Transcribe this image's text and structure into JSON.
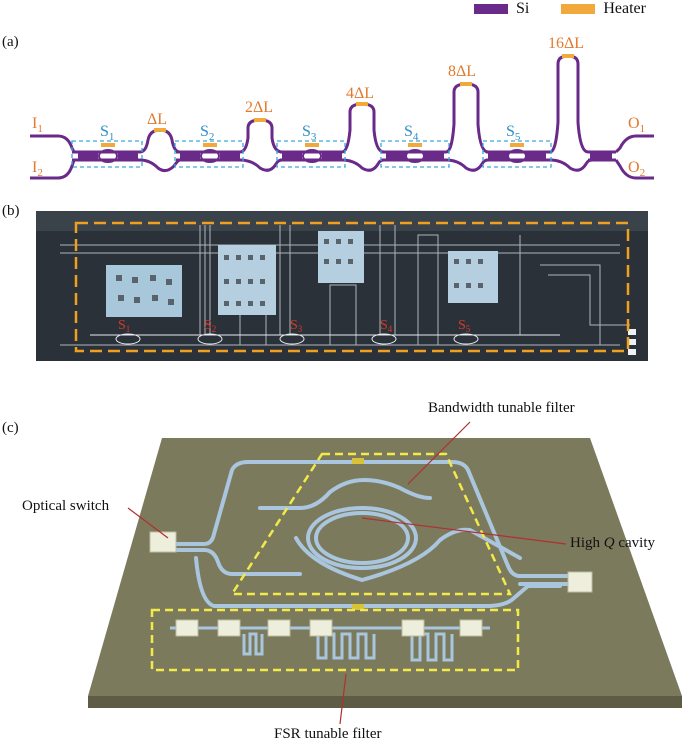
{
  "legend": {
    "si": {
      "label": "Si",
      "color": "#6a2a8a"
    },
    "heater": {
      "label": "Heater",
      "color": "#f2a93b"
    }
  },
  "panels": {
    "a": "(a)",
    "b": "(b)",
    "c": "(c)"
  },
  "panel_a": {
    "inputs": [
      {
        "base": "I",
        "sub": "1"
      },
      {
        "base": "I",
        "sub": "2"
      }
    ],
    "outputs": [
      {
        "base": "O",
        "sub": "1"
      },
      {
        "base": "O",
        "sub": "2"
      }
    ],
    "switches": [
      {
        "base": "S",
        "sub": "1"
      },
      {
        "base": "S",
        "sub": "2"
      },
      {
        "base": "S",
        "sub": "3"
      },
      {
        "base": "S",
        "sub": "4"
      },
      {
        "base": "S",
        "sub": "5"
      }
    ],
    "delays": [
      "ΔL",
      "2ΔL",
      "4ΔL",
      "8ΔL",
      "16ΔL"
    ],
    "colors": {
      "waveguide": "#6a2a8a",
      "label_orange": "#e07a2e",
      "label_blue": "#2f8ec7",
      "box_blue": "#3aa6dd"
    }
  },
  "panel_b": {
    "switch_labels": [
      {
        "base": "S",
        "sub": "1"
      },
      {
        "base": "S",
        "sub": "2"
      },
      {
        "base": "S",
        "sub": "3"
      },
      {
        "base": "S",
        "sub": "4"
      },
      {
        "base": "S",
        "sub": "5"
      }
    ],
    "colors": {
      "background": "#2b3138",
      "dash": "#f0a020",
      "label": "#d83a2a"
    }
  },
  "panel_c": {
    "annotations": {
      "bandwidth": "Bandwidth tunable filter",
      "switch": "Optical switch",
      "cavity_pre": "High ",
      "cavity_q": "Q",
      "cavity_post": " cavity",
      "fsr": "FSR tunable filter"
    },
    "colors": {
      "slab": "#7c7a5c",
      "waveguide": "#a9c6de",
      "dash": "#f2e94a",
      "pad": "#eeeedd",
      "leader": "#b03030"
    }
  }
}
